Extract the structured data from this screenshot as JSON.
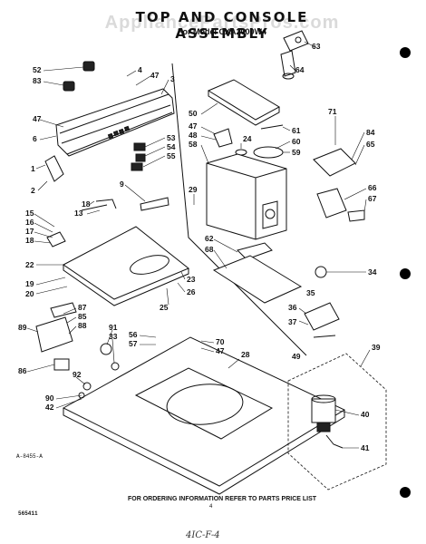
{
  "header": {
    "title": "TOP AND CONSOLE ASSEMBLY",
    "subtitle": "For Model CXA2000W4",
    "watermark": "AppliancePartsPros.com"
  },
  "footer": {
    "ordering_note": "FOR ORDERING INFORMATION REFER TO PARTS PRICE LIST",
    "page_number": "4",
    "doc_code": "565411",
    "art_code": "A-8455-A",
    "handwritten_note": "4IC-F-4"
  },
  "callouts": [
    {
      "id": "c52",
      "label": "52"
    },
    {
      "id": "c83",
      "label": "83"
    },
    {
      "id": "c4",
      "label": "4"
    },
    {
      "id": "c47a",
      "label": "47"
    },
    {
      "id": "c3",
      "label": "3"
    },
    {
      "id": "c47b",
      "label": "47"
    },
    {
      "id": "c6",
      "label": "6"
    },
    {
      "id": "c53",
      "label": "53"
    },
    {
      "id": "c54",
      "label": "54"
    },
    {
      "id": "c55",
      "label": "55"
    },
    {
      "id": "c1",
      "label": "1"
    },
    {
      "id": "c2",
      "label": "2"
    },
    {
      "id": "c9",
      "label": "9"
    },
    {
      "id": "c18",
      "label": "18"
    },
    {
      "id": "c13",
      "label": "13"
    },
    {
      "id": "c15",
      "label": "15"
    },
    {
      "id": "c16",
      "label": "16"
    },
    {
      "id": "c17",
      "label": "17"
    },
    {
      "id": "c18b",
      "label": "18"
    },
    {
      "id": "c22",
      "label": "22"
    },
    {
      "id": "c19",
      "label": "19"
    },
    {
      "id": "c20",
      "label": "20"
    },
    {
      "id": "c23",
      "label": "23"
    },
    {
      "id": "c26",
      "label": "26"
    },
    {
      "id": "c25",
      "label": "25"
    },
    {
      "id": "c87",
      "label": "87"
    },
    {
      "id": "c85",
      "label": "85"
    },
    {
      "id": "c88",
      "label": "88"
    },
    {
      "id": "c89",
      "label": "89"
    },
    {
      "id": "c86",
      "label": "86"
    },
    {
      "id": "c91",
      "label": "91"
    },
    {
      "id": "c33",
      "label": "33"
    },
    {
      "id": "c56",
      "label": "56"
    },
    {
      "id": "c57",
      "label": "57"
    },
    {
      "id": "c70",
      "label": "70"
    },
    {
      "id": "c47c",
      "label": "47"
    },
    {
      "id": "c92",
      "label": "92"
    },
    {
      "id": "c90",
      "label": "90"
    },
    {
      "id": "c42",
      "label": "42"
    },
    {
      "id": "c28",
      "label": "28"
    },
    {
      "id": "c63",
      "label": "63"
    },
    {
      "id": "c64",
      "label": "64"
    },
    {
      "id": "c50",
      "label": "50"
    },
    {
      "id": "c47d",
      "label": "47"
    },
    {
      "id": "c48",
      "label": "48"
    },
    {
      "id": "c58",
      "label": "58"
    },
    {
      "id": "c24",
      "label": "24"
    },
    {
      "id": "c61",
      "label": "61"
    },
    {
      "id": "c60",
      "label": "60"
    },
    {
      "id": "c59",
      "label": "59"
    },
    {
      "id": "c71",
      "label": "71"
    },
    {
      "id": "c84",
      "label": "84"
    },
    {
      "id": "c65",
      "label": "65"
    },
    {
      "id": "c29",
      "label": "29"
    },
    {
      "id": "c66",
      "label": "66"
    },
    {
      "id": "c67",
      "label": "67"
    },
    {
      "id": "c62",
      "label": "62"
    },
    {
      "id": "c68",
      "label": "68"
    },
    {
      "id": "c34",
      "label": "34"
    },
    {
      "id": "c36",
      "label": "36"
    },
    {
      "id": "c35",
      "label": "35"
    },
    {
      "id": "c37",
      "label": "37"
    },
    {
      "id": "c49",
      "label": "49"
    },
    {
      "id": "c39",
      "label": "39"
    },
    {
      "id": "c40",
      "label": "40"
    },
    {
      "id": "c41",
      "label": "41"
    }
  ]
}
